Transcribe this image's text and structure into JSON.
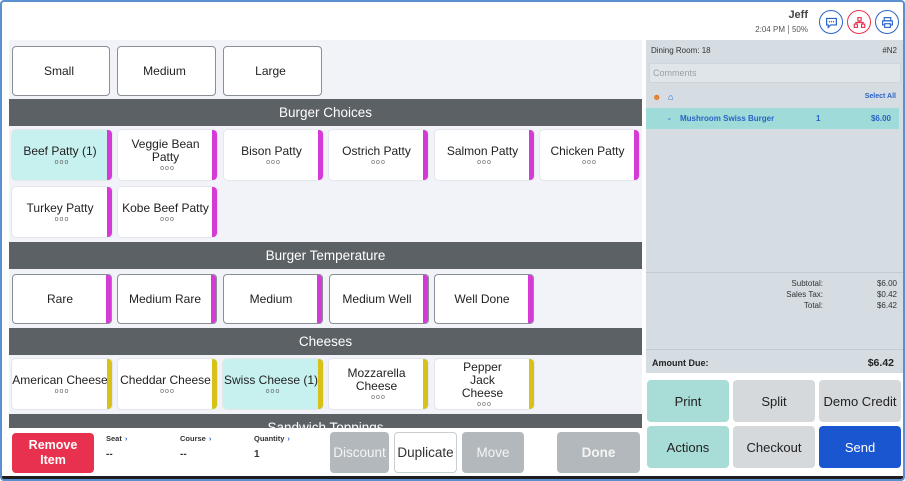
{
  "header": {
    "user": "Jeff",
    "time": "2:04 PM",
    "battery": "50%",
    "icons": [
      "chat-icon",
      "hierarchy-icon",
      "printer-icon"
    ]
  },
  "sizes": [
    "Small",
    "Medium",
    "Large"
  ],
  "sections": {
    "burger_choices": "Burger Choices",
    "burger_temperature": "Burger Temperature",
    "cheeses": "Cheeses",
    "sandwich_toppings": "Sandwich Toppings"
  },
  "burger_choices": [
    {
      "label": "Beef Patty (1)",
      "selected": true
    },
    {
      "label": "Veggie Bean Patty",
      "selected": false
    },
    {
      "label": "Bison Patty",
      "selected": false
    },
    {
      "label": "Ostrich Patty",
      "selected": false
    },
    {
      "label": "Salmon Patty",
      "selected": false
    },
    {
      "label": "Chicken Patty",
      "selected": false
    },
    {
      "label": "Turkey Patty",
      "selected": false
    },
    {
      "label": "Kobe Beef Patty",
      "selected": false
    }
  ],
  "temperatures": [
    "Rare",
    "Medium Rare",
    "Medium",
    "Medium Well",
    "Well Done"
  ],
  "cheeses": [
    {
      "label": "American Cheese",
      "selected": false
    },
    {
      "label": "Cheddar Cheese",
      "selected": false
    },
    {
      "label": "Swiss Cheese (1)",
      "selected": true
    },
    {
      "label": "Mozzarella Cheese",
      "selected": false
    },
    {
      "label": "Pepper Jack Cheese",
      "selected": false
    }
  ],
  "more_dots": "ooo",
  "bottom": {
    "remove_item": "Remove Item",
    "seat_label": "Seat",
    "seat_value": "--",
    "course_label": "Course",
    "course_value": "--",
    "quantity_label": "Quantity",
    "quantity_value": "1",
    "discount": "Discount",
    "duplicate": "Duplicate",
    "move": "Move",
    "done": "Done"
  },
  "order": {
    "dining_room": "Dining Room: 18",
    "check_number": "#N2",
    "comments_placeholder": "Comments",
    "select_all": "Select All",
    "items": [
      {
        "dash": "-",
        "name": "Mushroom Swiss Burger",
        "qty": "1",
        "price": "$6.00"
      }
    ],
    "subtotal_label": "Subtotal:",
    "subtotal": "$6.00",
    "tax_label": "Sales Tax:",
    "tax": "$0.42",
    "total_label": "Total:",
    "total": "$6.42",
    "amount_due_label": "Amount Due:",
    "amount_due": "$6.42"
  },
  "actions": {
    "print": "Print",
    "split": "Split",
    "demo_credit": "Demo Credit",
    "actions": "Actions",
    "checkout": "Checkout",
    "send": "Send"
  },
  "colors": {
    "magenta_stripe": "#d63ad6",
    "yellow_stripe": "#d8c21a",
    "selected_bg": "#c6f1ef",
    "send_blue": "#1a56d0",
    "remove_red": "#e8304f"
  }
}
